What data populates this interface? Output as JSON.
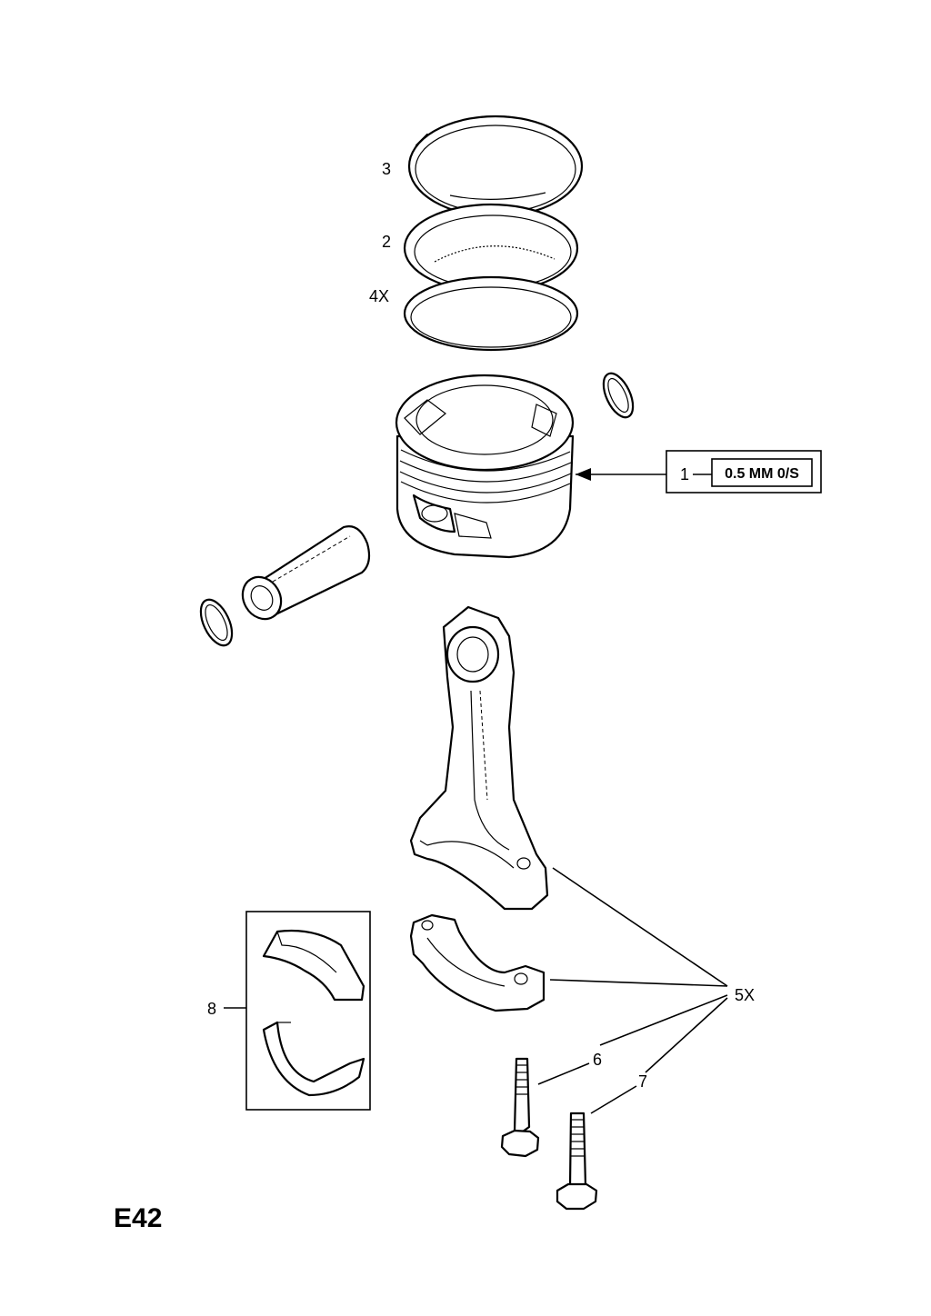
{
  "diagram": {
    "code": "E42",
    "callouts": {
      "c1": "1",
      "c2": "2",
      "c3": "3",
      "c4": "4X",
      "c5": "5X",
      "c6": "6",
      "c7": "7",
      "c8": "8"
    },
    "note_box": "0.5 MM 0/S"
  }
}
